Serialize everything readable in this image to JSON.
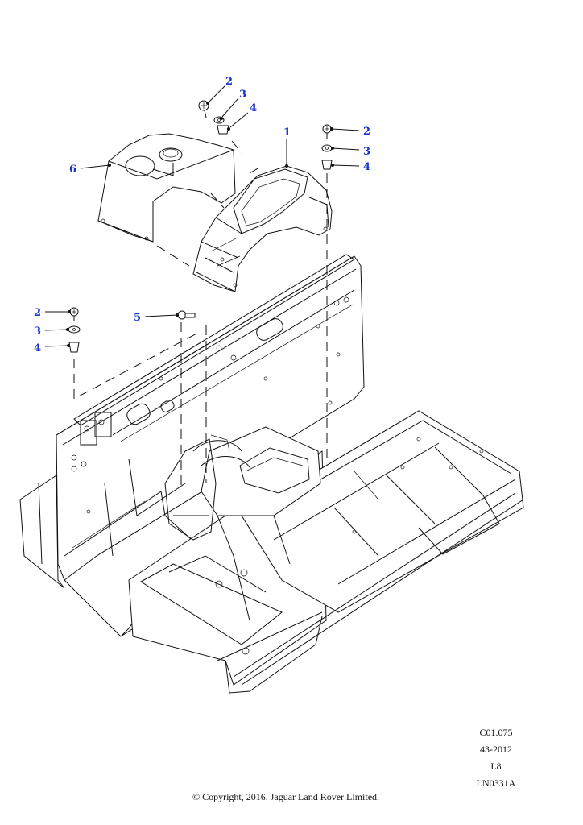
{
  "callouts": {
    "c1": "1",
    "c2a": "2",
    "c3a": "3",
    "c4a": "4",
    "c2b": "2",
    "c3b": "3",
    "c4b": "4",
    "c2c": "2",
    "c3c": "3",
    "c4c": "4",
    "c5": "5",
    "c6": "6"
  },
  "meta": {
    "ref": "C01.075",
    "date": "43-2012",
    "level": "L8",
    "illustration": "LN0331A"
  },
  "copyright": "© Copyright, 2016. Jaguar Land Rover Limited.",
  "colors": {
    "callout": "#1c35c8",
    "line": "#111111"
  },
  "parts": [
    {
      "number": "1",
      "kind": "transmission tunnel cover"
    },
    {
      "number": "2",
      "kind": "screw"
    },
    {
      "number": "3",
      "kind": "washer"
    },
    {
      "number": "4",
      "kind": "nut insert"
    },
    {
      "number": "5",
      "kind": "screw"
    },
    {
      "number": "6",
      "kind": "insulation"
    }
  ]
}
